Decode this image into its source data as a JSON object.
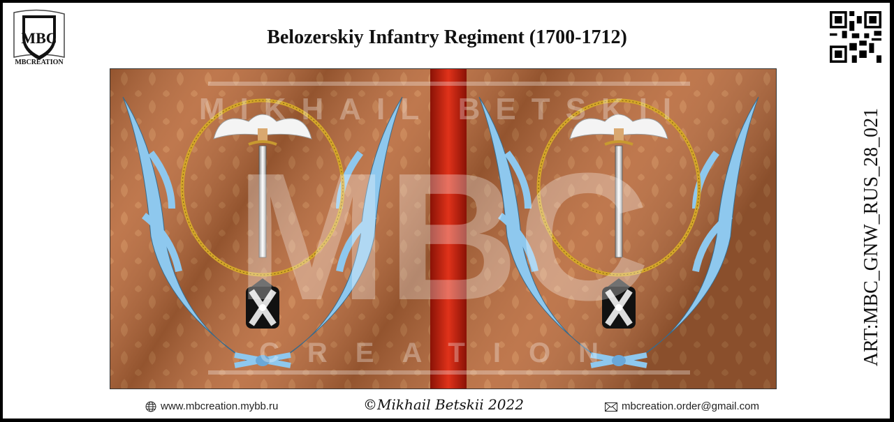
{
  "header": {
    "title": "Belozerskiy Infantry Regiment (1700-1712)",
    "logo_text": "MBCREATION",
    "logo_monogram": "MBC"
  },
  "side_label": "ART:MBC_GNW_RUS_28_021",
  "watermark": {
    "line1": "MIKHAIL BETSKII",
    "monogram": "MBC",
    "line2": "CREATION"
  },
  "footer": {
    "website": "www.mbcreation.mybb.ru",
    "signature": "©Mikhail Betskii 2022",
    "email": "mbcreation.order@gmail.com",
    "website_icon": "globe-icon",
    "email_icon": "envelope-icon"
  },
  "colors": {
    "field": "#b8693a",
    "stripe": "#c8200f",
    "ribbon": "#8ec8ee",
    "gold": "#d4a62a"
  }
}
